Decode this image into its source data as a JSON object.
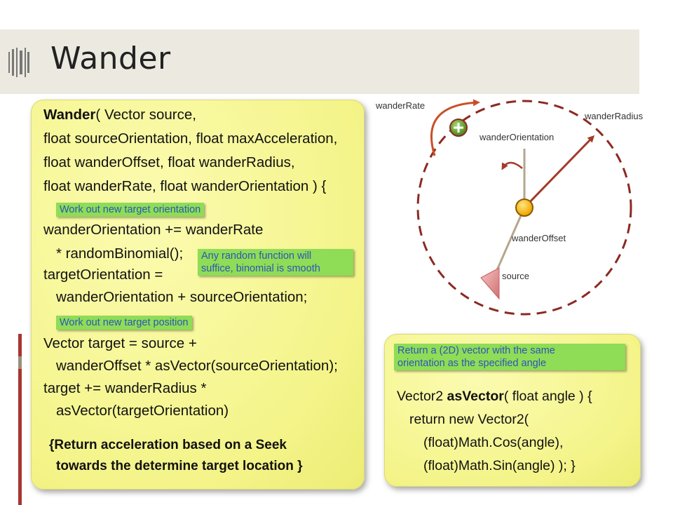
{
  "slide": {
    "title": "Wander"
  },
  "code": {
    "sig": [
      "Wander",
      "( Vector source,"
    ],
    "lines": [
      "float sourceOrientation, float maxAcceleration,",
      "float wanderOffset, float wanderRadius,",
      "float wanderRate, float wanderOrientation ) {",
      "wanderOrientation += wanderRate",
      "* randomBinomial();",
      "targetOrientation =",
      "wanderOrientation + sourceOrientation;",
      "Vector target = source +",
      "wanderOffset * asVector(sourceOrientation);",
      "target += wanderRadius *",
      "asVector(targetOrientation)"
    ],
    "return_note": [
      "{Return acceleration based on a Seek",
      "towards the determine target location }"
    ]
  },
  "notes": {
    "orientation": "Work out new target orientation",
    "random": [
      "Any random function will",
      "suffice, binomial is smooth"
    ],
    "position": "Work out new target position",
    "vector": [
      "Return a (2D) vector with the same",
      "orientation as the specified angle"
    ]
  },
  "asvector": {
    "prefix": "Vector2 ",
    "name": "asVector",
    "suffix": "( float angle ) {",
    "lines": [
      "return new Vector2(",
      "(float)Math.Cos(angle),",
      "(float)Math.Sin(angle) ); }"
    ]
  },
  "diagram": {
    "labels": {
      "wander_rate": "wanderRate",
      "wander_radius": "wanderRadius",
      "wander_orientation": "wanderOrientation",
      "wander_offset": "wanderOffset",
      "source": "source"
    },
    "colors": {
      "circle": "#8b2a22",
      "arrow": "#a33a2a",
      "rate_arc": "#c8502a",
      "center": "#f5b800",
      "target": "#5a9b2c",
      "source": "#e0a0a0",
      "stick": "#b5a68c"
    }
  }
}
